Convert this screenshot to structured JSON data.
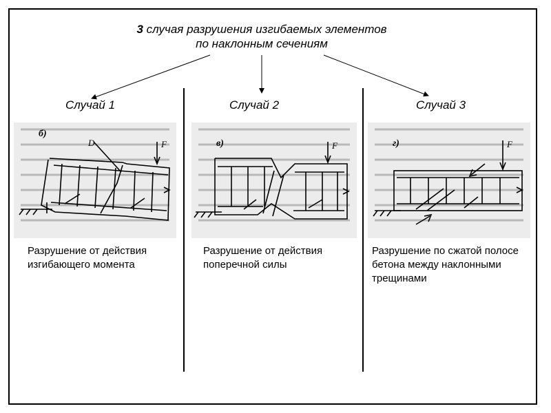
{
  "title": {
    "number": "3",
    "line1_rest": " случая разрушения изгибаемых элементов",
    "line2": "по наклонным сечениям"
  },
  "cases": [
    {
      "label": "Случай 1",
      "caption": "Разрушение от действия изгибающего момента",
      "fig_letter": "б)",
      "crack_label": "D",
      "force_label": "F"
    },
    {
      "label": "Случай 2",
      "caption": "Разрушение от действия поперечной силы",
      "fig_letter": "в)",
      "force_label": "F"
    },
    {
      "label": "Случай 3",
      "caption": "Разрушение по сжатой полосе бетона между наклонными трещинами",
      "fig_letter": "г)",
      "force_label": "F"
    }
  ],
  "colors": {
    "line": "#000000",
    "scan_bg": "#ececec",
    "scan_text": "#b8b8b8"
  }
}
